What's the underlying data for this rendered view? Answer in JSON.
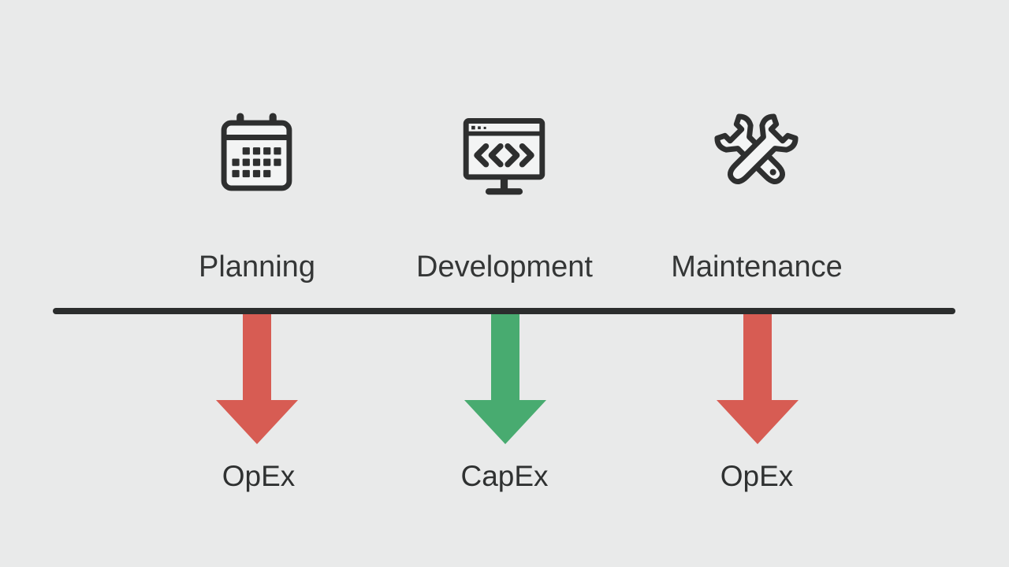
{
  "diagram": {
    "description": "Software lifecycle phases mapped to expense types on a timeline",
    "phases": [
      {
        "name": "Planning",
        "icon": "calendar-icon",
        "expense": "OpEx",
        "arrow_color": "#d75c53"
      },
      {
        "name": "Development",
        "icon": "code-window-icon",
        "expense": "CapEx",
        "arrow_color": "#48ab70"
      },
      {
        "name": "Maintenance",
        "icon": "tools-icon",
        "expense": "OpEx",
        "arrow_color": "#d75c53"
      }
    ],
    "colors": {
      "background": "#e9eaea",
      "ink": "#2e2f2f",
      "text": "#343636",
      "opex_red": "#d75c53",
      "capex_green": "#48ab70"
    }
  }
}
